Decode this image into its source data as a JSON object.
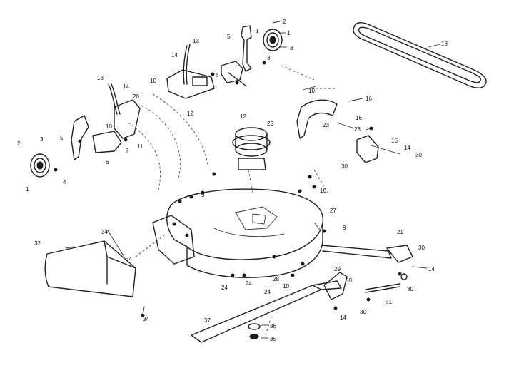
{
  "callouts": [
    {
      "id": "c-2a",
      "text": "2"
    },
    {
      "id": "c-1a",
      "text": "1"
    },
    {
      "id": "c-3a",
      "text": "3"
    },
    {
      "id": "c-1b",
      "text": "1"
    },
    {
      "id": "c-5a",
      "text": "5"
    },
    {
      "id": "c-3b",
      "text": "3"
    },
    {
      "id": "c-18",
      "text": "18"
    },
    {
      "id": "c-13a",
      "text": "13"
    },
    {
      "id": "c-14a",
      "text": "14"
    },
    {
      "id": "c-10a",
      "text": "10"
    },
    {
      "id": "c-6a",
      "text": "6"
    },
    {
      "id": "c-12a",
      "text": "12"
    },
    {
      "id": "c-12b",
      "text": "12"
    },
    {
      "id": "c-13b",
      "text": "13"
    },
    {
      "id": "c-14b",
      "text": "14"
    },
    {
      "id": "c-20",
      "text": "20"
    },
    {
      "id": "c-10b",
      "text": "10"
    },
    {
      "id": "c-11",
      "text": "11"
    },
    {
      "id": "c-5b",
      "text": "5"
    },
    {
      "id": "c-7",
      "text": "7"
    },
    {
      "id": "c-6b",
      "text": "6"
    },
    {
      "id": "c-2b",
      "text": "2"
    },
    {
      "id": "c-3c",
      "text": "3"
    },
    {
      "id": "c-1c",
      "text": "1"
    },
    {
      "id": "c-4",
      "text": "4"
    },
    {
      "id": "c-10c",
      "text": "10"
    },
    {
      "id": "c-16",
      "text": "16"
    },
    {
      "id": "c-23a",
      "text": "23"
    },
    {
      "id": "c-16b",
      "text": "16"
    },
    {
      "id": "c-23b",
      "text": "23"
    },
    {
      "id": "c-16c",
      "text": "16"
    },
    {
      "id": "c-14c",
      "text": "14"
    },
    {
      "id": "c-30a",
      "text": "30"
    },
    {
      "id": "c-30b",
      "text": "30"
    },
    {
      "id": "c-10d",
      "text": "10"
    },
    {
      "id": "c-25",
      "text": "25"
    },
    {
      "id": "c-9",
      "text": "9"
    },
    {
      "id": "c-27",
      "text": "27"
    },
    {
      "id": "c-8",
      "text": "8"
    },
    {
      "id": "c-32",
      "text": "32"
    },
    {
      "id": "c-34a",
      "text": "34"
    },
    {
      "id": "c-34b",
      "text": "34"
    },
    {
      "id": "c-34c",
      "text": "34"
    },
    {
      "id": "c-21",
      "text": "21"
    },
    {
      "id": "c-30c",
      "text": "30"
    },
    {
      "id": "c-14d",
      "text": "14"
    },
    {
      "id": "c-30d",
      "text": "30"
    },
    {
      "id": "c-31",
      "text": "31"
    },
    {
      "id": "c-30e",
      "text": "30"
    },
    {
      "id": "c-24a",
      "text": "24"
    },
    {
      "id": "c-24b",
      "text": "24"
    },
    {
      "id": "c-24c",
      "text": "24"
    },
    {
      "id": "c-28",
      "text": "28"
    },
    {
      "id": "c-10e",
      "text": "10"
    },
    {
      "id": "c-29",
      "text": "29"
    },
    {
      "id": "c-30f",
      "text": "30"
    },
    {
      "id": "c-14e",
      "text": "14"
    },
    {
      "id": "c-37",
      "text": "37"
    },
    {
      "id": "c-36",
      "text": "36"
    },
    {
      "id": "c-35",
      "text": "35"
    }
  ]
}
